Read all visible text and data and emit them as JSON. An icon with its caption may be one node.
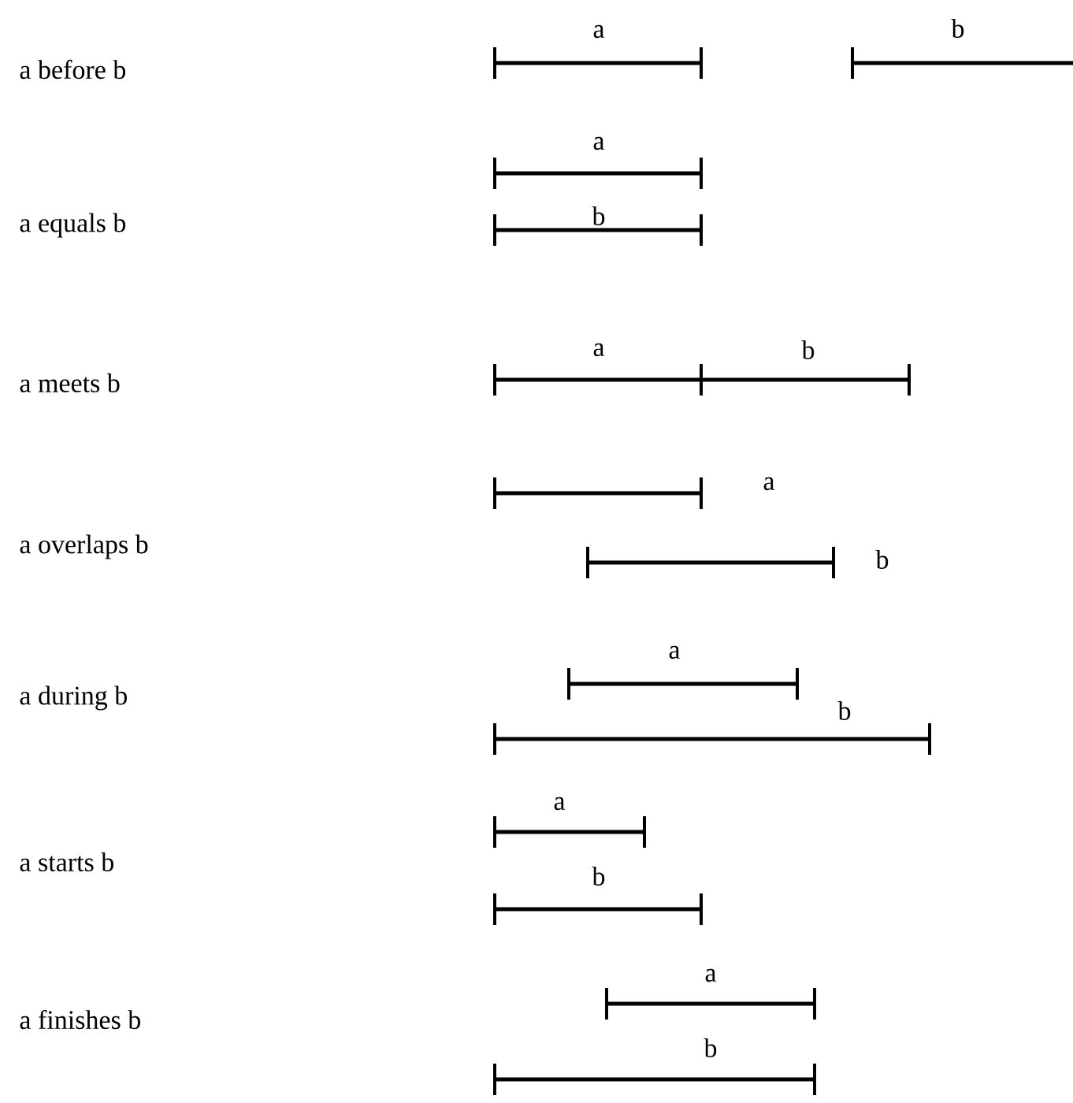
{
  "diagram": {
    "labels": [
      "a before b",
      "a",
      "b",
      "a equals b",
      "a",
      "b",
      "a meets b",
      "a",
      "b",
      "a overlaps b",
      "a",
      "b",
      "a during b",
      "a",
      "b",
      "a starts b",
      "a",
      "b",
      "a finishes b",
      "a",
      "b"
    ]
  }
}
